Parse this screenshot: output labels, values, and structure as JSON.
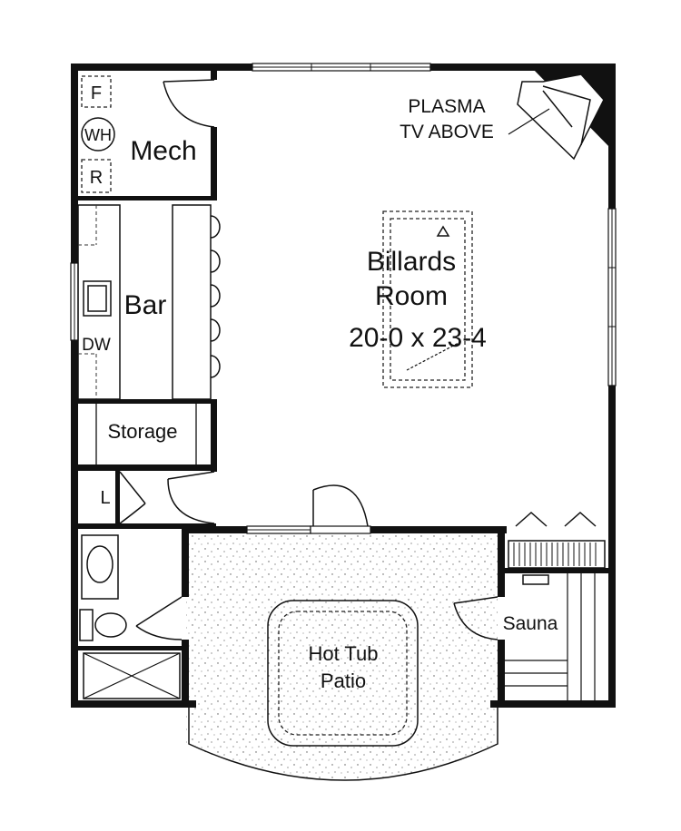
{
  "rooms": {
    "billiards": {
      "line1": "Billards",
      "line2": "Room",
      "dims": "20-0 x 23-4"
    },
    "mech": "Mech",
    "bar": "Bar",
    "storage": "Storage",
    "hot_tub": {
      "line1": "Hot Tub",
      "line2": "Patio"
    },
    "sauna": "Sauna"
  },
  "fixtures": {
    "furnace": "F",
    "water_heater": "WH",
    "refrigerator": "R",
    "dishwasher": "DW",
    "linen": "L"
  },
  "notes": {
    "plasma_line1": "PLASMA",
    "plasma_line2": "TV ABOVE"
  }
}
